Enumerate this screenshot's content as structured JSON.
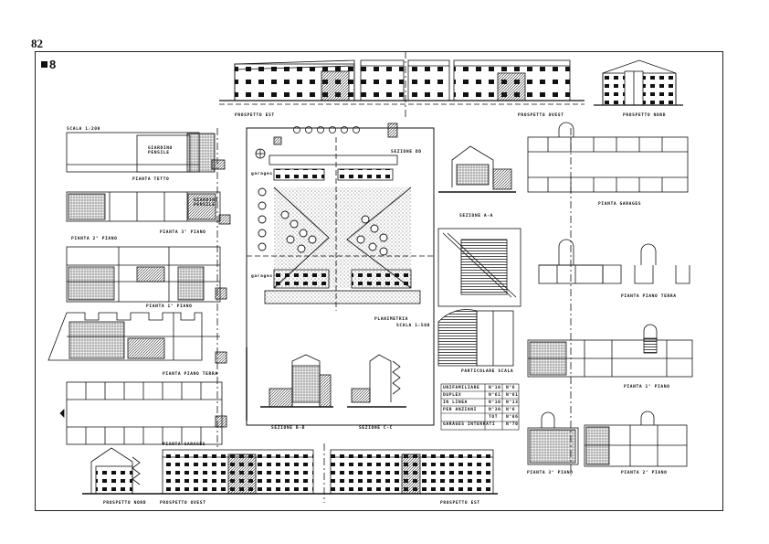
{
  "page": {
    "number": "82",
    "figure": "8"
  },
  "elevations": {
    "prospetto_est_top": "PROSPETTO  EST",
    "prospetto_ovest_top": "PROSPETTO  OVEST",
    "prospetto_nord_top": "PROSPETTO  NORD",
    "prospetto_nord_bottom": "PROSPETTO  NORD",
    "prospetto_ovest_bottom": "PROSPETTO  OVEST",
    "prospetto_est_bottom": "PROSPETTO  EST"
  },
  "left_plans": {
    "scale": "SCALA 1:200",
    "giardino": "GIARDINO PENSILE",
    "pianta_tetto": "PIANTA  TETTO",
    "giardino2": "GIARDINO PENSILE",
    "pianta_3_piano": "PIANTA  3° PIANO",
    "pianta_2_piano": "PIANTA  2° PIANO",
    "pianta_1_piano": "PIANTA  1°  PIANO",
    "pianta_piano_terra": "PIANTA  PIANO TERRA",
    "pianta_garages": "PIANTA GARAGES"
  },
  "site_plan": {
    "label": "PLANIMETRIA",
    "scale": "SCALA 1:500",
    "garages_top": "garages",
    "garages_bottom": "garages",
    "sezione_dd": "SEZIONE DD"
  },
  "sections": {
    "sezione_bb": "SEZIONE B-B",
    "sezione_cc": "SEZIONE C-C",
    "sezione_aa": "SEZIONE A-A",
    "particolare_scala": "PARTICOLARE SCALA"
  },
  "summary_table": {
    "rows": [
      {
        "type": "UNIFAMILIARE",
        "a": "N°10",
        "b": "N°6"
      },
      {
        "type": "DUPLEX",
        "a": "N°61",
        "b": "N°61"
      },
      {
        "type": "IN LINEA",
        "a": "N°10",
        "b": "N°13"
      },
      {
        "type": "PER ANZIANI",
        "a": "N°30",
        "b": "N°6"
      },
      {
        "type": "",
        "a": "TOT",
        "b": "N°86"
      },
      {
        "type": "GARAGES INTERRATI",
        "a": "",
        "b": "N°70"
      }
    ]
  },
  "right_plans": {
    "pianta_garages": "PIANTA  GARAGES",
    "pianta_piano_terra": "PIANTA  PIANO TERRA",
    "pianta_1_piano": "PIANTA  1° PIANO",
    "pianta_3_piano": "PIANTA  3° PIANO",
    "pianta_2_piano": "PIANTA  2° PIANO"
  }
}
